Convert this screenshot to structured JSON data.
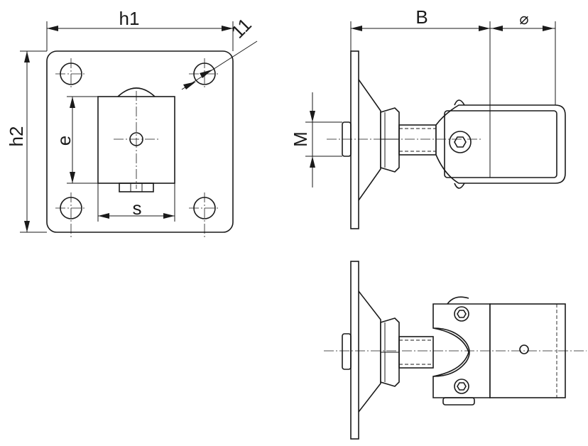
{
  "labels": {
    "h1": "h1",
    "h2": "h2",
    "e": "e",
    "s": "s",
    "hole": "11",
    "B": "B",
    "M": "M",
    "diameter": "⌀"
  }
}
